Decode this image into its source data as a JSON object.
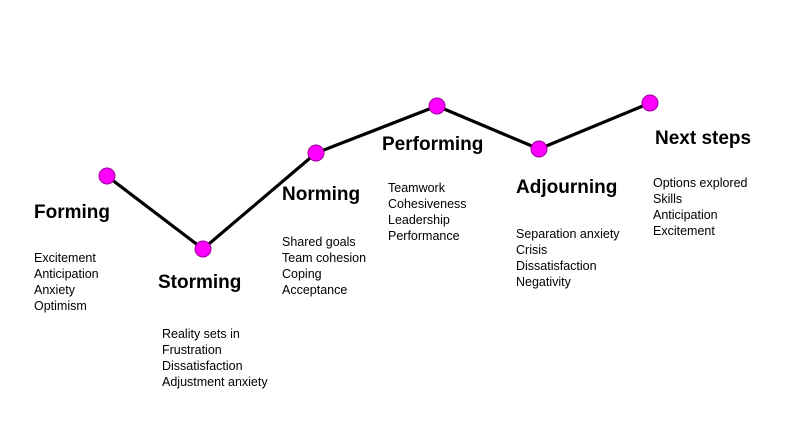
{
  "stages": [
    {
      "title": "Forming",
      "items": [
        "Excitement",
        "Anticipation",
        "Anxiety",
        "Optimism"
      ]
    },
    {
      "title": "Storming",
      "items": [
        "Reality sets in",
        "Frustration",
        "Dissatisfaction",
        "Adjustment anxiety"
      ]
    },
    {
      "title": "Norming",
      "items": [
        "Shared goals",
        "Team cohesion",
        "Coping",
        "Acceptance"
      ]
    },
    {
      "title": "Performing",
      "items": [
        "Teamwork",
        "Cohesiveness",
        "Leadership",
        "Performance"
      ]
    },
    {
      "title": "Adjourning",
      "items": [
        "Separation anxiety",
        "Crisis",
        "Dissatisfaction",
        "Negativity"
      ]
    },
    {
      "title": "Next steps",
      "items": [
        "Options explored",
        "Skills",
        "Anticipation",
        "Excitement"
      ]
    }
  ],
  "colors": {
    "marker": "#ff00ff",
    "line": "#000000"
  }
}
